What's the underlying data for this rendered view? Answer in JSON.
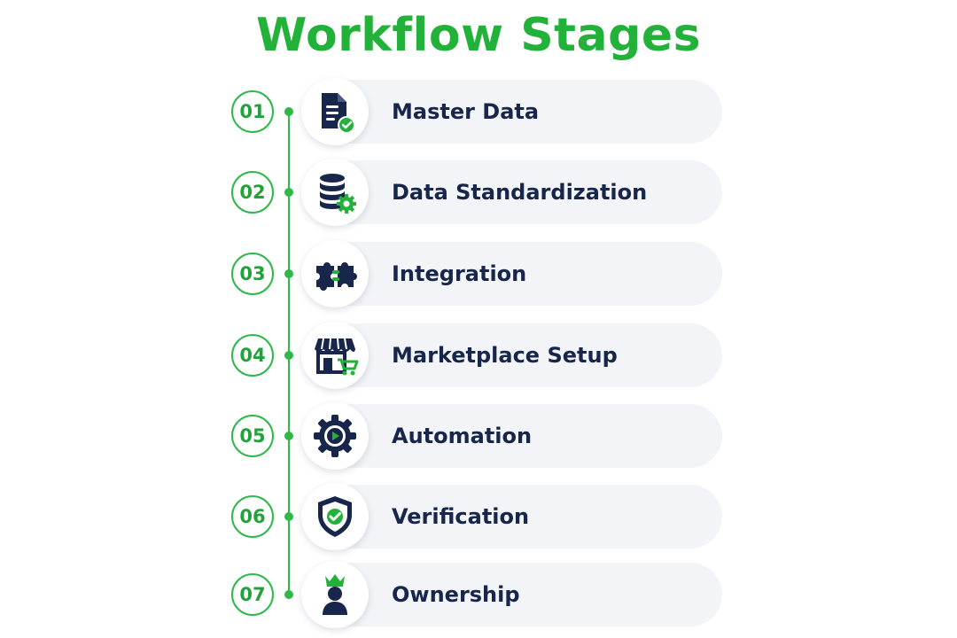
{
  "title": "Workflow Stages",
  "colors": {
    "accent": "#22b23a",
    "navy": "#17264a",
    "pill": "#f2f4f7"
  },
  "stages": [
    {
      "number": "01",
      "label": "Master Data",
      "icon": "document-check-icon"
    },
    {
      "number": "02",
      "label": "Data Standardization",
      "icon": "database-gear-icon"
    },
    {
      "number": "03",
      "label": "Integration",
      "icon": "puzzle-icon"
    },
    {
      "number": "04",
      "label": "Marketplace Setup",
      "icon": "storefront-cart-icon"
    },
    {
      "number": "05",
      "label": "Automation",
      "icon": "gear-play-icon"
    },
    {
      "number": "06",
      "label": "Verification",
      "icon": "shield-check-icon"
    },
    {
      "number": "07",
      "label": "Ownership",
      "icon": "crowned-person-icon"
    }
  ]
}
